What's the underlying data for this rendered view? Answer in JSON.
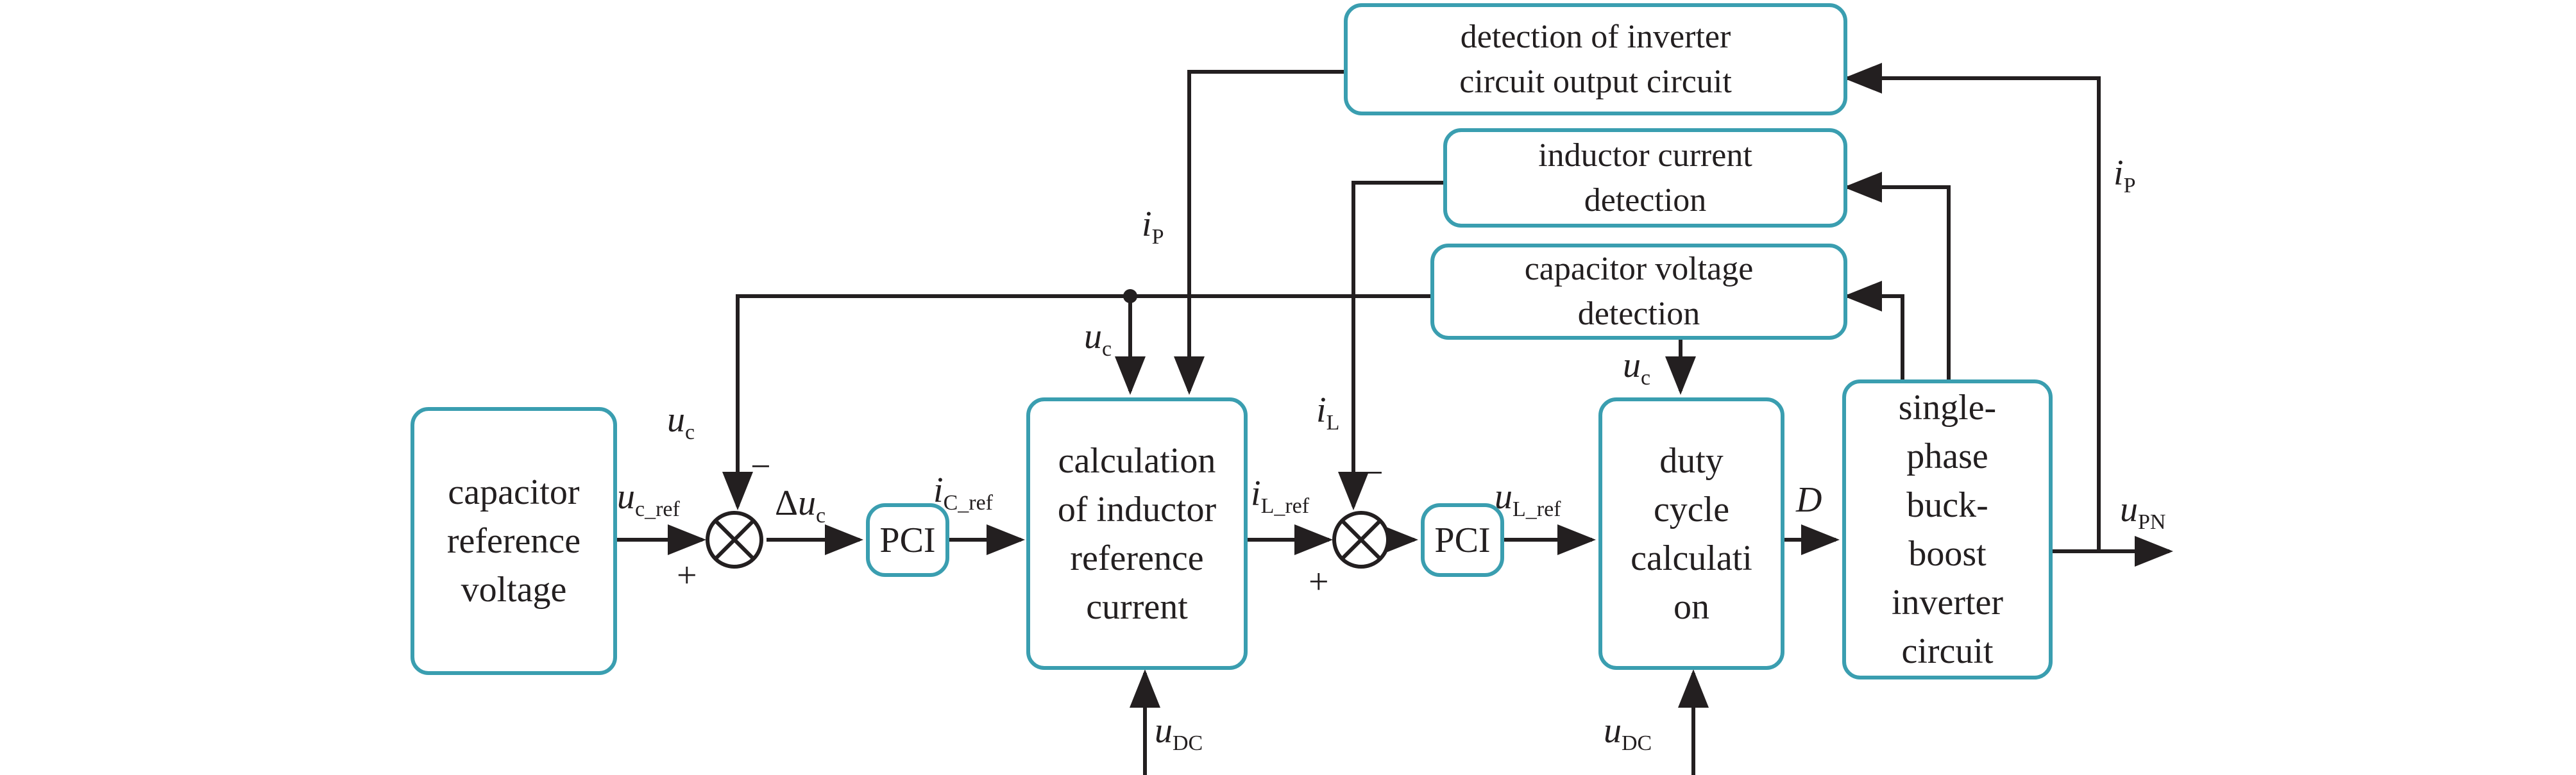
{
  "blocks": {
    "capacitor_ref": "capacitor\nreference\nvoltage",
    "pci_1": "PCI",
    "calc_inductor_ref": "calculation\nof inductor\nreference\ncurrent",
    "pci_2": "PCI",
    "duty_cycle": "duty\ncycle\ncalculati\non",
    "inverter": "single-\nphase\nbuck-\nboost\ninverter\ncircuit",
    "detect_output": "detection of inverter\ncircuit output circuit",
    "inductor_detect": "inductor current\ndetection",
    "capacitor_detect": "capacitor voltage\ndetection"
  },
  "signals": {
    "u": "u",
    "i": "i",
    "D": "D",
    "delta": "Δ",
    "c_ref": "c_ref",
    "c": "c",
    "C_ref": "C_ref",
    "L_ref": "L_ref",
    "L": "L",
    "P": "P",
    "PN": "PN",
    "DC": "DC"
  },
  "signs": {
    "plus": "+",
    "minus": "−"
  }
}
